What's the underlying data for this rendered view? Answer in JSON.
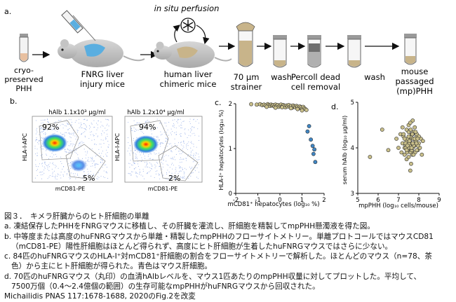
{
  "panel_a": {
    "label": "a.",
    "perfusion_title": "in situ perfusion",
    "steps": {
      "cryo": [
        "cryo-",
        "preserved",
        "PHH"
      ],
      "fnrg": [
        "FNRG liver",
        "injury mice"
      ],
      "chimeric": [
        "human liver",
        "chimeric mice"
      ],
      "strainer": [
        "70 μm",
        "strainer"
      ],
      "wash1": [
        "wash"
      ],
      "percoll": [
        "Percoll dead",
        "cell removal"
      ],
      "wash2": [
        "wash"
      ],
      "final": [
        "mouse",
        "passaged",
        "(mp)PHH"
      ]
    }
  },
  "panel_b": {
    "label": "b.",
    "plot1": {
      "title": "hAlb 1.1x10³ μg/ml",
      "upper_pct": "92%",
      "lower_pct": "5%"
    },
    "plot2": {
      "title": "hAlb 1.2x10⁴ μg/ml",
      "upper_pct": "94%",
      "lower_pct": "2%"
    },
    "ylabel": "HLA-I-APC",
    "xlabel": "mCD81-PE"
  },
  "panel_c": {
    "label": "c.",
    "ylabel": "HLA-I⁺ hepatocytes (log₁₀ %)",
    "xlabel": "mCD81⁺ hepatocytes (log₁₀ %)"
  },
  "panel_d": {
    "label": "d.",
    "ylabel": "serum hAlb (log₁₀ μg/ml)",
    "xlabel": "mpPHH (log₁₀ cells/mouse)"
  },
  "chart_data": [
    {
      "type": "scatter",
      "panel": "c",
      "xlabel": "mCD81⁺ hepatocytes (log₁₀ %)",
      "ylabel": "HLA-I⁺ hepatocytes (log₁₀ %)",
      "xlim": [
        -2,
        2
      ],
      "ylim": [
        0,
        2
      ],
      "xticks": [
        "-2",
        "-1",
        "0",
        "1",
        "2"
      ],
      "yticks": [
        "0",
        "1",
        "2"
      ],
      "series": [
        {
          "color": "#c9bf8a",
          "x": [
            -1.3,
            -1.05,
            -0.9,
            -0.8,
            -0.72,
            -0.65,
            -0.55,
            -0.5,
            -0.45,
            -0.4,
            -0.35,
            -0.3,
            -0.25,
            -0.2,
            -0.15,
            -0.1,
            -0.05,
            0.0,
            0.05,
            0.1,
            0.15,
            0.2,
            0.25,
            0.3,
            0.35,
            0.4,
            0.45,
            0.5,
            0.55,
            0.6,
            0.65,
            0.7,
            0.75,
            0.8,
            0.85,
            0.9,
            0.95,
            1.0,
            1.05,
            1.1,
            1.15,
            1.2,
            -0.6,
            -0.2,
            0.1,
            0.5,
            0.8,
            1.0
          ],
          "y": [
            1.99,
            1.98,
            1.99,
            1.97,
            1.98,
            1.96,
            1.99,
            1.97,
            1.95,
            1.98,
            1.96,
            1.97,
            1.94,
            1.98,
            1.95,
            1.97,
            1.93,
            1.96,
            1.98,
            1.94,
            1.97,
            1.95,
            1.92,
            1.96,
            1.94,
            1.97,
            1.93,
            1.95,
            1.91,
            1.96,
            1.94,
            1.92,
            1.95,
            1.93,
            1.9,
            1.94,
            1.92,
            1.89,
            1.93,
            1.9,
            1.88,
            1.86,
            1.93,
            1.91,
            1.92,
            1.9,
            1.88,
            1.85
          ]
        },
        {
          "color": "#3f86c4",
          "x": [
            1.25,
            1.32,
            1.4,
            1.48,
            1.52,
            1.56,
            1.6
          ],
          "y": [
            1.38,
            1.5,
            1.2,
            1.06,
            0.88,
            0.98,
            0.7
          ]
        }
      ]
    },
    {
      "type": "scatter",
      "panel": "d",
      "xlabel": "mpPHH (log₁₀ cells/mouse)",
      "ylabel": "serum hAlb (log₁₀ μg/ml)",
      "xlim": [
        5,
        9
      ],
      "ylim": [
        3,
        5
      ],
      "xticks": [
        "5",
        "6",
        "7",
        "8",
        "9"
      ],
      "yticks": [
        "3",
        "4",
        "5"
      ],
      "series": [
        {
          "color": "#c9bf8a",
          "x": [
            5.6,
            6.2,
            6.5,
            6.9,
            7.0,
            7.1,
            7.15,
            7.2,
            7.25,
            7.3,
            7.35,
            7.4,
            7.45,
            7.5,
            7.55,
            7.6,
            7.65,
            7.7,
            7.75,
            7.8,
            7.85,
            7.9,
            7.95,
            8.0,
            8.05,
            8.1,
            8.15,
            7.2,
            7.3,
            7.4,
            7.5,
            7.6,
            7.7,
            7.8,
            7.9,
            7.45,
            7.55,
            7.65,
            7.75,
            7.85,
            7.35,
            7.5,
            7.6,
            7.7,
            7.8,
            7.25,
            7.95,
            8.2,
            7.4,
            7.62,
            7.72,
            7.52,
            7.82,
            7.58,
            7.68,
            7.48,
            7.3,
            7.9,
            8.0,
            7.55,
            7.65,
            7.75,
            7.42,
            7.88,
            7.36,
            7.6,
            7.7,
            7.8,
            7.5,
            7.4,
            7.64,
            7.74,
            7.54,
            7.84,
            7.44,
            7.94,
            7.58,
            7.68
          ],
          "y": [
            3.8,
            4.4,
            3.95,
            4.2,
            4.0,
            4.3,
            3.9,
            4.1,
            4.25,
            3.85,
            4.05,
            4.15,
            3.95,
            4.35,
            4.2,
            4.0,
            4.1,
            4.3,
            3.9,
            4.05,
            4.15,
            4.25,
            3.95,
            4.1,
            4.0,
            4.2,
            3.85,
            4.45,
            4.0,
            3.75,
            4.5,
            3.9,
            4.6,
            4.1,
            4.3,
            4.2,
            4.05,
            3.95,
            4.35,
            4.15,
            4.1,
            3.8,
            4.25,
            4.0,
            4.45,
            4.3,
            4.05,
            4.15,
            4.4,
            3.65,
            4.2,
            4.1,
            3.9,
            4.55,
            3.85,
            4.0,
            4.2,
            3.95,
            4.25,
            4.15,
            4.3,
            4.05,
            3.9,
            4.1,
            4.0,
            4.4,
            4.1,
            4.2,
            4.25,
            3.95,
            4.0,
            3.85,
            4.15,
            4.35,
            4.05,
            4.2,
            3.5,
            4.3
          ]
        }
      ]
    }
  ],
  "caption": {
    "title": "図３．　キメラ肝臓からのヒト肝細胞の単離",
    "a": "a.  凍結保存したPHHをFNRGマウスに移植し、その肝臓を灌流し、肝細胞を精製してmpPHH懸濁液を得た図。",
    "b1": "b.  中等度または高度のhuFNRGマウスから単離・精製したmpPHHのフローサイトメトリー。単離プロトコールではマウスCD81",
    "b2": "（mCD81-PE）陽性肝細胞はほとんど得られず、高度にヒト肝細胞が生着したhuFNRGマウスではさらに少ない。",
    "c1": "c.  84匹のhuFNRGマウスのHLA-I⁺対mCD81⁺肝細胞の割合をフローサイトメトリーで解析した。ほとんどのマウス（n=78、茶",
    "c2": "色）から主にヒト肝細胞が得られた。青色はマウス肝細胞。",
    "d1": "d.  70匹のhuFNRGマウス（丸印）の血清hAlbレベルを、マウス1匹あたりのmpPHH収量に対してプロットした。平均して、",
    "d2": "7500万個（0.4〜2.4億個の範囲）の生存可能なmpPHHがhuFNRGマウスから回収された。",
    "source": "Michailidis PNAS 117:1678-1688, 2020のFig.2を改変"
  }
}
